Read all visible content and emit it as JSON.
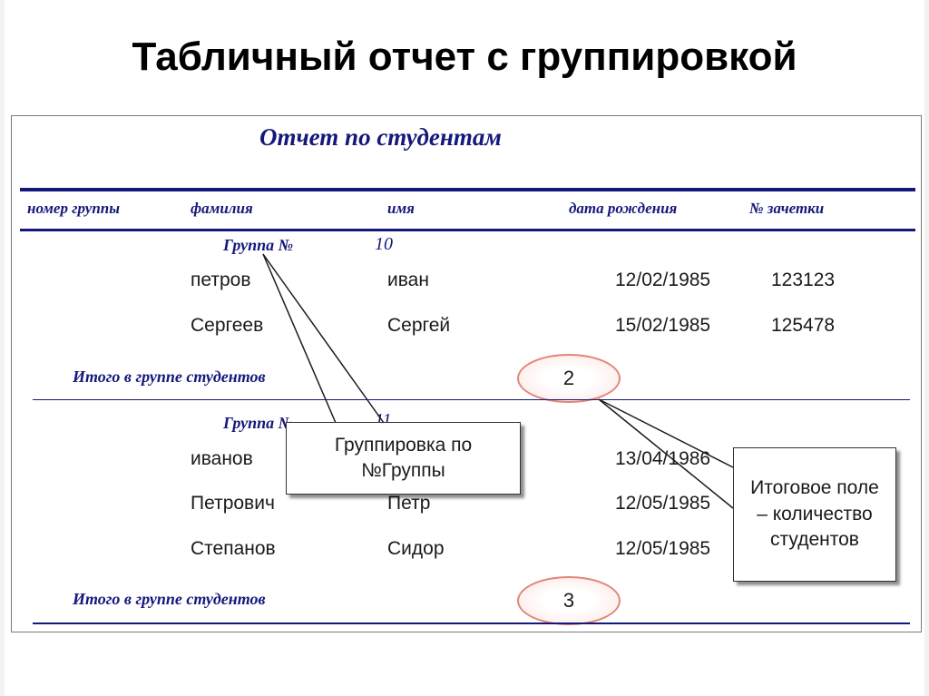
{
  "slide": {
    "title": "Табличный отчет с группировкой"
  },
  "report": {
    "title": "Отчет по студентам",
    "columns": [
      "номер группы",
      "фамилия",
      "имя",
      "дата рождения",
      "№ зачетки"
    ],
    "groups": [
      {
        "label": "Группа №",
        "number": "10",
        "rows": [
          {
            "surname": "петров",
            "name": "иван",
            "birth_date": "12/02/1985",
            "record_book": "123123"
          },
          {
            "surname": "Сергеев",
            "name": "Сергей",
            "birth_date": "15/02/1985",
            "record_book": "125478"
          }
        ],
        "total_label": "Итого в группе студентов",
        "total": "2"
      },
      {
        "label": "Группа №",
        "number": "11",
        "rows": [
          {
            "surname": "иванов",
            "name": "",
            "birth_date": "13/04/1986",
            "record_book": ""
          },
          {
            "surname": "Петрович",
            "name": "Петр",
            "birth_date": "12/05/1985",
            "record_book": ""
          },
          {
            "surname": "Степанов",
            "name": "Сидор",
            "birth_date": "12/05/1985",
            "record_book": ""
          }
        ],
        "total_label": "Итого в группе студентов",
        "total": "3"
      }
    ]
  },
  "callouts": {
    "grouping": "Группировка по №Группы",
    "total_field": "Итоговое поле – количество студентов"
  },
  "colors": {
    "report_blue": "#14187a",
    "oval_border": "#e0877a",
    "oval_fill": "#fbe4df"
  }
}
